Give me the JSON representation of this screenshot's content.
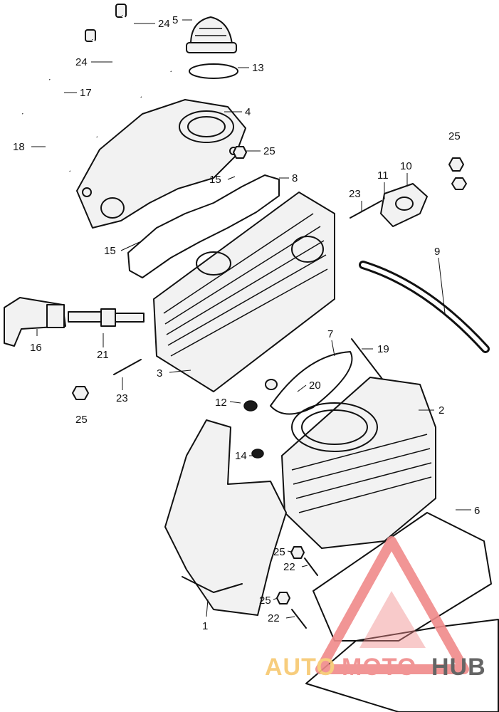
{
  "callouts": [
    {
      "id": "24a",
      "label": "24"
    },
    {
      "id": "24b",
      "label": "24"
    },
    {
      "id": "5",
      "label": "5"
    },
    {
      "id": "13",
      "label": "13"
    },
    {
      "id": "17",
      "label": "17"
    },
    {
      "id": "4",
      "label": "4"
    },
    {
      "id": "18",
      "label": "18"
    },
    {
      "id": "25a",
      "label": "25"
    },
    {
      "id": "15a",
      "label": "15"
    },
    {
      "id": "8",
      "label": "8"
    },
    {
      "id": "25b",
      "label": "25"
    },
    {
      "id": "11",
      "label": "11"
    },
    {
      "id": "10",
      "label": "10"
    },
    {
      "id": "23a",
      "label": "23"
    },
    {
      "id": "15b",
      "label": "15"
    },
    {
      "id": "9",
      "label": "9"
    },
    {
      "id": "16",
      "label": "16"
    },
    {
      "id": "21",
      "label": "21"
    },
    {
      "id": "7",
      "label": "7"
    },
    {
      "id": "19",
      "label": "19"
    },
    {
      "id": "3",
      "label": "3"
    },
    {
      "id": "23b",
      "label": "23"
    },
    {
      "id": "20",
      "label": "20"
    },
    {
      "id": "2",
      "label": "2"
    },
    {
      "id": "12",
      "label": "12"
    },
    {
      "id": "25c",
      "label": "25"
    },
    {
      "id": "14",
      "label": "14"
    },
    {
      "id": "6",
      "label": "6"
    },
    {
      "id": "25d",
      "label": "25"
    },
    {
      "id": "22a",
      "label": "22"
    },
    {
      "id": "25e",
      "label": "25"
    },
    {
      "id": "22b",
      "label": "22"
    },
    {
      "id": "1",
      "label": "1"
    }
  ],
  "watermark": {
    "part1": "AUTO",
    "part2": "MOTO",
    "part3": "HUB",
    "color_primary": "#f08a8a",
    "color_secondary": "#f7c870",
    "color_dark": "#555555"
  }
}
